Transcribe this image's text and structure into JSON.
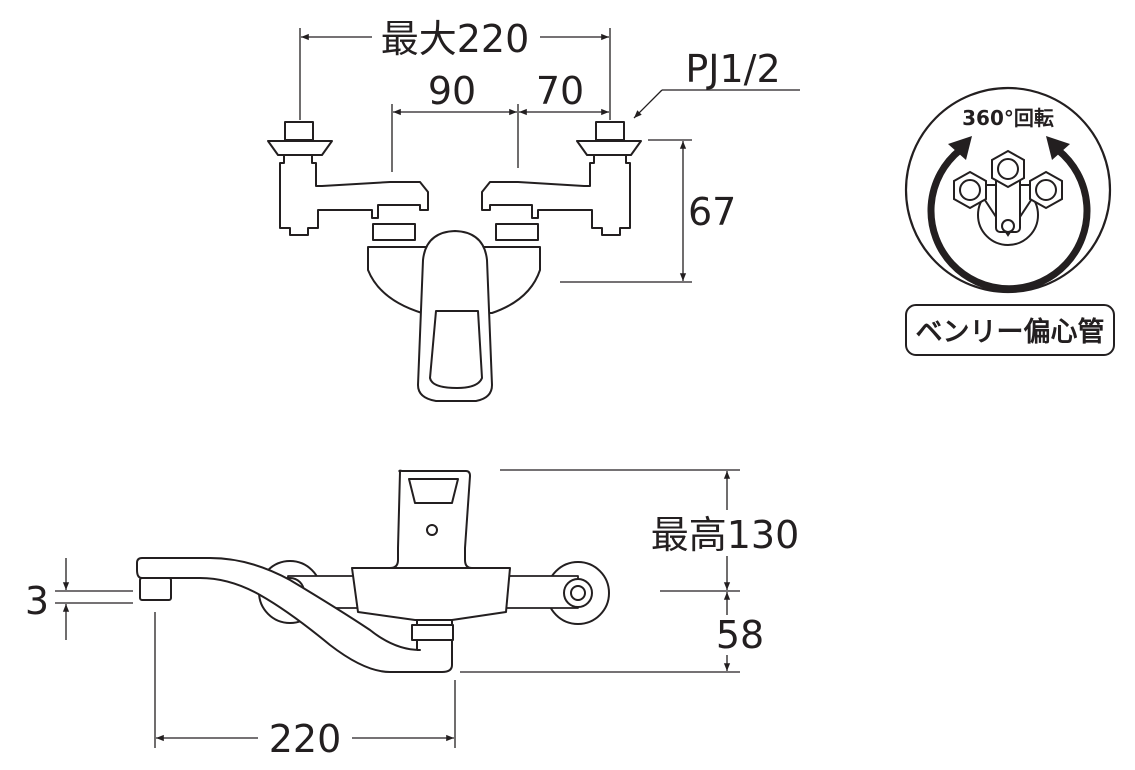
{
  "top_view": {
    "overall_width": "最大220",
    "dim_left": "90",
    "dim_right": "70",
    "thread": "PJ1/2",
    "height": "67"
  },
  "side_view": {
    "max_height": "最高130",
    "pipe_drop": "58",
    "spout_offset": "3",
    "spout_reach": "220"
  },
  "badge": {
    "rotation": "360°回転",
    "label": "ベンリー偏心管"
  }
}
